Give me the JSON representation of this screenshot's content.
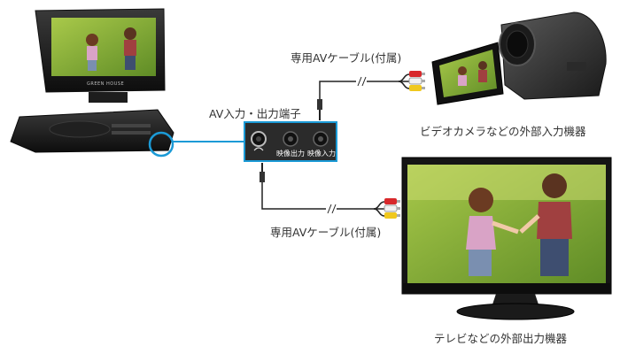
{
  "labels": {
    "cable_top": "専用AVケーブル(付属)",
    "terminal": "AV入力・出力端子",
    "camcorder_caption": "ビデオカメラなどの外部入力機器",
    "cable_bottom": "専用AVケーブル(付属)",
    "tv_caption": "テレビなどの外部出力機器"
  },
  "port_panel": {
    "out_label": "映像出力",
    "in_label": "映像入力"
  },
  "device_marks": {
    "dvd_brand": "GREEN HOUSE"
  },
  "colors": {
    "highlight": "#1b9ad6",
    "cable": "#222222",
    "panel": "#2b2b2b",
    "plug_red": "#d8282b",
    "plug_white": "#f2f2f2",
    "plug_yellow": "#f0c81e"
  }
}
